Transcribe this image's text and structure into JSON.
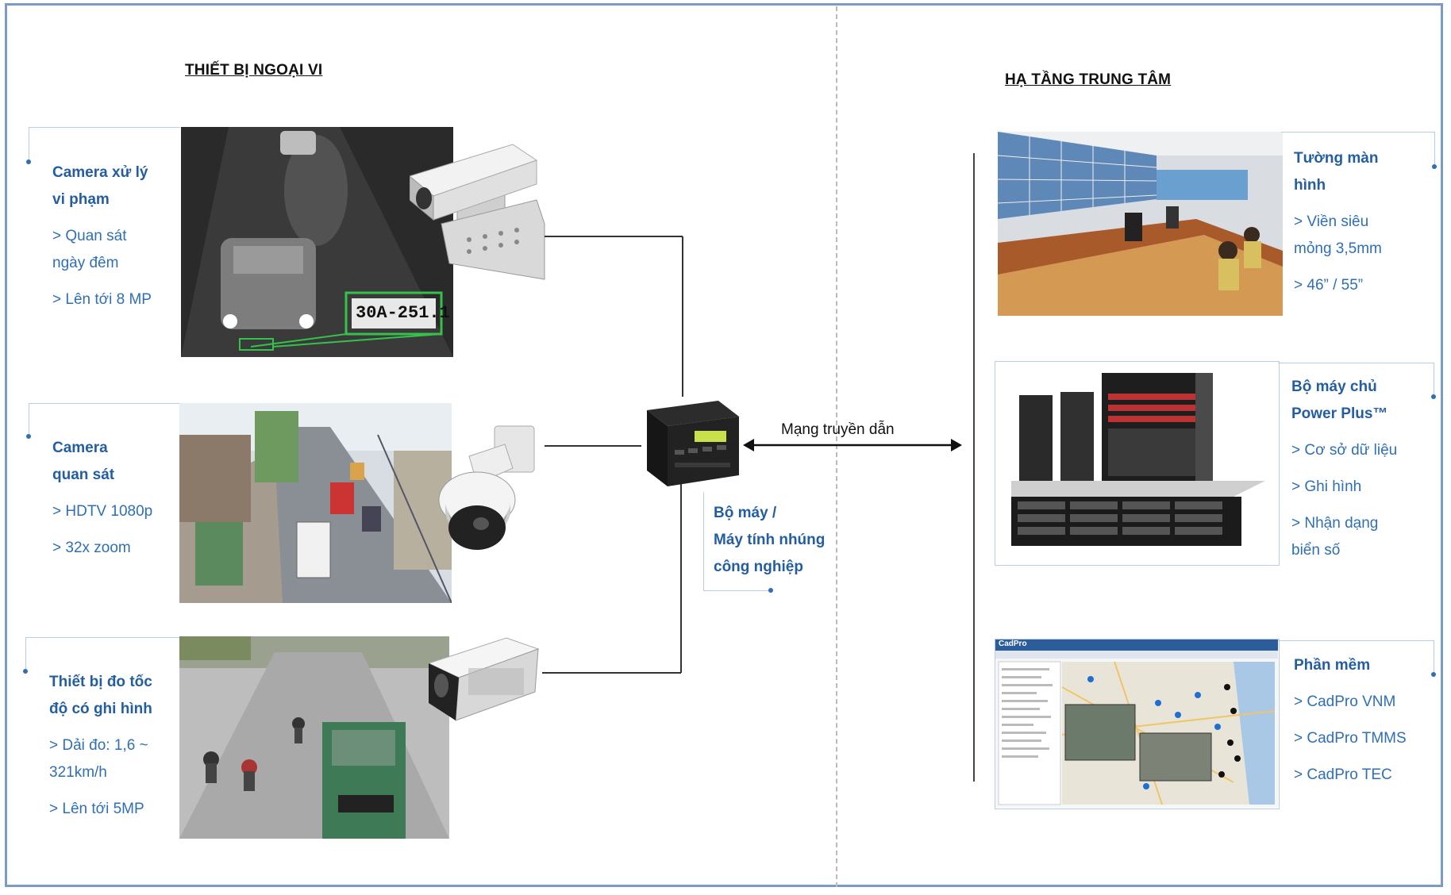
{
  "left_title": "THIẾT BỊ NGOẠI VI",
  "right_title": "HẠ TẦNG TRUNG TÂM",
  "devices": [
    {
      "title_lines": [
        "Camera xử lý",
        "vi phạm"
      ],
      "items": [
        [
          "> Quan sát",
          "ngày đêm"
        ],
        [
          "> Lên tới 8 MP"
        ]
      ],
      "plate_text": "30A-251.1"
    },
    {
      "title_lines": [
        "Camera",
        "quan sát"
      ],
      "items": [
        [
          "> HDTV 1080p"
        ],
        [
          "> 32x zoom"
        ]
      ]
    },
    {
      "title_lines": [
        "Thiết bị đo tốc",
        "độ có ghi hình"
      ],
      "items": [
        [
          "> Dải đo: 1,6 ~",
          "321km/h"
        ],
        [
          "> Lên tới 5MP"
        ]
      ]
    }
  ],
  "hub": {
    "label_lines": [
      "Bộ máy /",
      "Máy tính nhúng",
      "công nghiệp"
    ]
  },
  "network_label": "Mạng truyền dẫn",
  "center": [
    {
      "title_lines": [
        "Tường màn",
        "hình"
      ],
      "items": [
        [
          "> Viền siêu",
          "mỏng 3,5mm"
        ],
        [
          "> 46” / 55”"
        ]
      ]
    },
    {
      "title_lines": [
        "Bộ máy chủ",
        "Power Plus™"
      ],
      "items": [
        [
          "> Cơ sở dữ liệu"
        ],
        [
          "> Ghi hình"
        ],
        [
          "> Nhận dạng",
          "biển số"
        ]
      ]
    },
    {
      "title_lines": [
        "Phần mềm"
      ],
      "items": [
        [
          "> CadPro VNM"
        ],
        [
          "> CadPro TMMS"
        ],
        [
          "> CadPro TEC"
        ]
      ],
      "app_name": "CadPro"
    }
  ],
  "colors": {
    "text_blue": "#2f6fb3",
    "frame": "#7c9bc3",
    "line": "#333333",
    "accent_green": "#35c24a"
  }
}
